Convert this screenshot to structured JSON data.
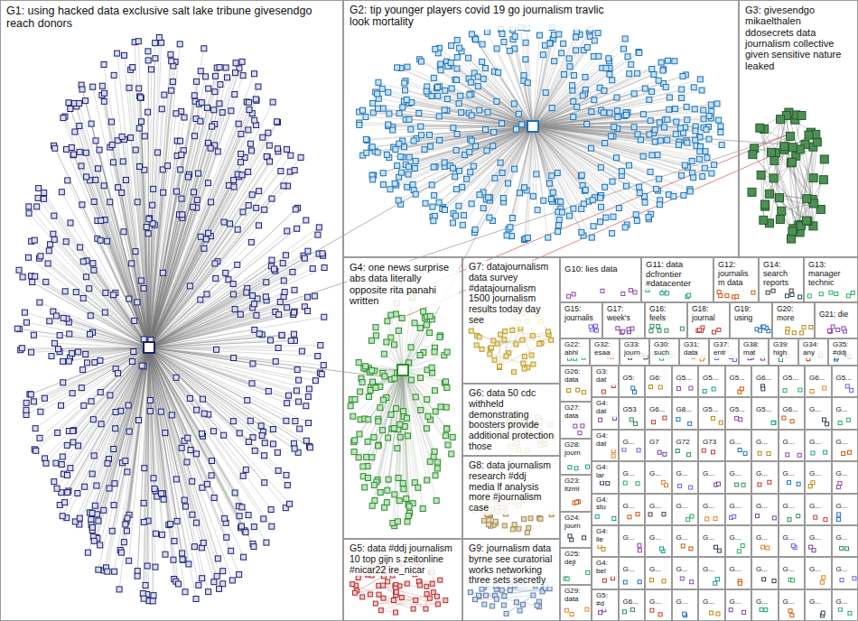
{
  "diagram": {
    "nodes": [
      {
        "text": [
          "G1: using hacked data exclusive salt lake tribune givesendgo reach donors"
        ]
      },
      {
        "text": [
          "G2: tip younger players covid 19 go journalism travlic look mortality"
        ]
      },
      {
        "text": [
          "G3: givesendgo mikaelthalen ddosecrets data journalism collective given sensitive nature leaked"
        ]
      },
      {
        "text": [
          "G4: one news surprise abs data literally opposite rita panahi written"
        ]
      },
      {
        "text": [
          "G7: datajournalism data survey #datajournalism 1500 journalism results today day see"
        ]
      },
      {
        "text": [
          "G10: lies data"
        ]
      },
      {
        "text": [
          "G11: data dcfrontier #datacenter"
        ]
      },
      {
        "text": [
          "G12: journalism data"
        ]
      },
      {
        "text": [
          "G14: search reports"
        ]
      },
      {
        "text": [
          "G13: manager technic"
        ]
      },
      {
        "text": [
          "G6: data 50 cdc withheld demonstrating boosters provide additional protection those"
        ]
      },
      {
        "text": [
          "G15: journalis"
        ]
      },
      {
        "text": [
          "G17: week's"
        ]
      },
      {
        "text": [
          "G16: feels"
        ]
      },
      {
        "text": [
          "G18: journal"
        ]
      },
      {
        "text": [
          "G19: using"
        ]
      },
      {
        "text": [
          "G20: more"
        ]
      },
      {
        "text": [
          "G21: die"
        ]
      },
      {
        "text": [
          "G22: abhi"
        ]
      },
      {
        "text": [
          "G32: esaa"
        ]
      },
      {
        "text": [
          "G33: journ"
        ]
      },
      {
        "text": [
          "G30: such"
        ]
      },
      {
        "text": [
          "G31: data"
        ]
      },
      {
        "text": [
          "G37: entr"
        ]
      },
      {
        "text": [
          "G38: mat"
        ]
      },
      {
        "text": [
          "G39: high"
        ]
      },
      {
        "text": [
          "G34: any"
        ]
      },
      {
        "text": [
          "G35: #ddj"
        ]
      },
      {
        "text": [
          "G26: data"
        ]
      },
      {
        "text": [
          "G27: data"
        ]
      },
      {
        "text": [
          "G28: journ"
        ]
      },
      {
        "text": [
          "G23: itzml"
        ]
      },
      {
        "text": [
          "G24: journ"
        ]
      },
      {
        "text": [
          "G25: deji"
        ]
      },
      {
        "text": [
          "G29: data"
        ]
      },
      {
        "text": [
          "G8: data journalism research #ddj media lf analysis more #journalism case"
        ]
      },
      {
        "text": [
          "G5: data #ddj journalism 10 top gijn s zeitonline #nicar22 ire_nicar"
        ]
      },
      {
        "text": [
          "G9: journalism data byrne see curatorial works networking three sets secretly"
        ]
      },
      {
        "text": [
          "G3: dat"
        ]
      },
      {
        "text": [
          "G5:"
        ]
      },
      {
        "text": [
          "G6:"
        ]
      },
      {
        "text": [
          "G5..."
        ]
      },
      {
        "text": [
          "G5..."
        ]
      },
      {
        "text": [
          "G5..."
        ]
      },
      {
        "text": [
          "G6..."
        ]
      },
      {
        "text": [
          "G5..."
        ]
      },
      {
        "text": [
          "G6..."
        ]
      },
      {
        "text": [
          "G5..."
        ]
      },
      {
        "text": [
          "G4: dat"
        ]
      },
      {
        "text": [
          "G53"
        ]
      },
      {
        "text": [
          "G6..."
        ]
      },
      {
        "text": [
          "G8..."
        ]
      },
      {
        "text": [
          "G5..."
        ]
      },
      {
        "text": [
          "G5..."
        ]
      },
      {
        "text": [
          "G5..."
        ]
      },
      {
        "text": [
          "G6..."
        ]
      },
      {
        "text": [
          "G..."
        ]
      },
      {
        "text": [
          "G..."
        ]
      },
      {
        "text": [
          "G4: dat"
        ]
      },
      {
        "text": [
          "G..."
        ]
      },
      {
        "text": [
          "G7"
        ]
      },
      {
        "text": [
          "G72"
        ]
      },
      {
        "text": [
          "G73"
        ]
      },
      {
        "text": [
          "G..."
        ]
      },
      {
        "text": [
          "G..."
        ]
      },
      {
        "text": [
          "G..."
        ]
      },
      {
        "text": [
          "G..."
        ]
      },
      {
        "text": [
          "G..."
        ]
      },
      {
        "text": [
          "G4: lar"
        ]
      },
      {
        "text": [
          "G..."
        ]
      },
      {
        "text": [
          "G..."
        ]
      },
      {
        "text": [
          "G..."
        ]
      },
      {
        "text": [
          "G..."
        ]
      },
      {
        "text": [
          "G..."
        ]
      },
      {
        "text": [
          "G..."
        ]
      },
      {
        "text": [
          "G..."
        ]
      },
      {
        "text": [
          "G..."
        ]
      },
      {
        "text": [
          "G..."
        ]
      },
      {
        "text": [
          "G4: stu"
        ]
      },
      {
        "text": [
          "G..."
        ]
      },
      {
        "text": [
          "G..."
        ]
      },
      {
        "text": [
          "G..."
        ]
      },
      {
        "text": [
          "G..."
        ]
      },
      {
        "text": [
          "G..."
        ]
      },
      {
        "text": [
          "G..."
        ]
      },
      {
        "text": [
          "G..."
        ]
      },
      {
        "text": [
          "G..."
        ]
      },
      {
        "text": [
          "G..."
        ]
      },
      {
        "text": [
          "G4: lie"
        ]
      },
      {
        "text": [
          "G..."
        ]
      },
      {
        "text": [
          "G..."
        ]
      },
      {
        "text": [
          "G..."
        ]
      },
      {
        "text": [
          "G..."
        ]
      },
      {
        "text": [
          "G..."
        ]
      },
      {
        "text": [
          "G..."
        ]
      },
      {
        "text": [
          "G..."
        ]
      },
      {
        "text": [
          "G..."
        ]
      },
      {
        "text": [
          "G..."
        ]
      },
      {
        "text": [
          "G4: bel"
        ]
      },
      {
        "text": [
          "G..."
        ]
      },
      {
        "text": [
          "G..."
        ]
      },
      {
        "text": [
          "G..."
        ]
      },
      {
        "text": [
          "G..."
        ]
      },
      {
        "text": [
          "G..."
        ]
      },
      {
        "text": [
          "G..."
        ]
      },
      {
        "text": [
          "G..."
        ]
      },
      {
        "text": [
          "G..."
        ]
      },
      {
        "text": [
          "G..."
        ]
      },
      {
        "text": [
          "G5: #d"
        ]
      },
      {
        "text": [
          "G6..."
        ]
      },
      {
        "text": [
          "G..."
        ]
      },
      {
        "text": [
          "G..."
        ]
      },
      {
        "text": [
          "G..."
        ]
      },
      {
        "text": [
          "G..."
        ]
      },
      {
        "text": [
          "G..."
        ]
      },
      {
        "text": [
          "G..."
        ]
      },
      {
        "text": [
          "G..."
        ]
      },
      {
        "text": [
          "G..."
        ]
      }
    ]
  }
}
